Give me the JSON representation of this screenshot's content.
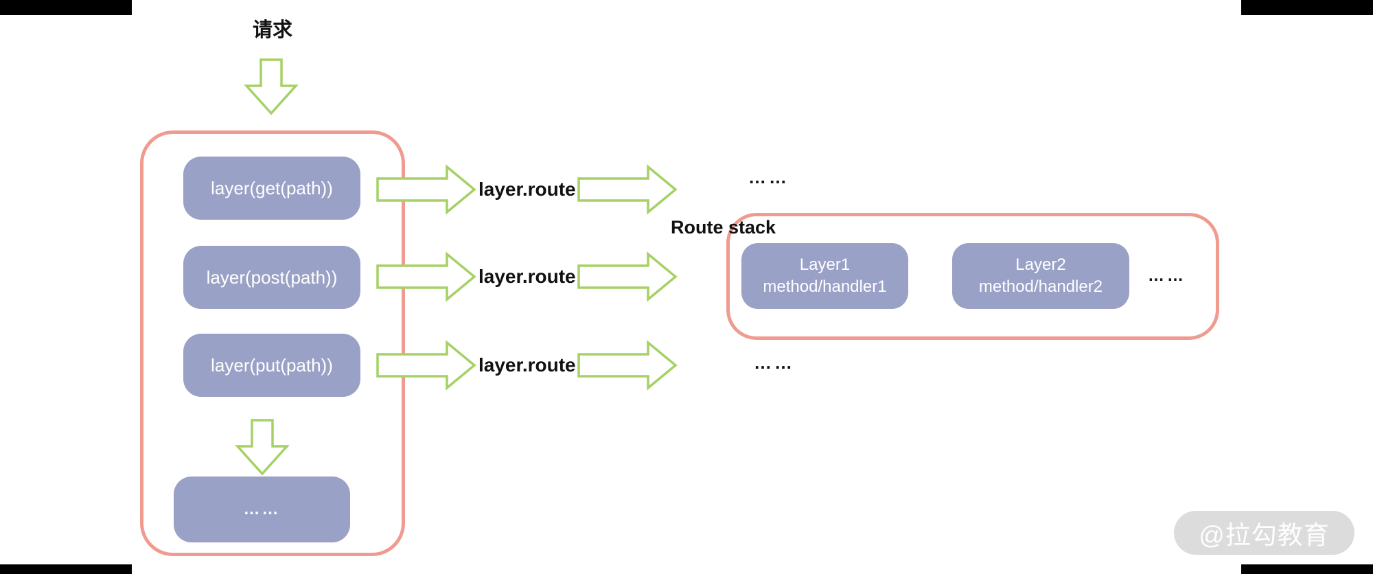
{
  "request_label": "请求",
  "left_stack": {
    "items": [
      "layer(get(path))",
      "layer(post(path))",
      "layer(put(path))"
    ],
    "more_label": "……"
  },
  "flow_rows": [
    {
      "label": "layer.route",
      "result": "……"
    },
    {
      "label": "layer.route"
    },
    {
      "label": "layer.route",
      "result": "……"
    }
  ],
  "route_stack": {
    "title": "Route stack",
    "layers": [
      {
        "name": "Layer1",
        "handler": "method/handler1"
      },
      {
        "name": "Layer2",
        "handler": "method/handler2"
      }
    ],
    "more_label": "……"
  },
  "watermark": "@拉勾教育",
  "colors": {
    "box_fill": "#9AA1C6",
    "box_text": "#FFFFFF",
    "container_border": "#F09B90",
    "arrow_stroke": "#A5D165",
    "text_dark": "#111111",
    "watermark_bg": "#DCDCDC",
    "watermark_text": "#FFFFFF"
  }
}
